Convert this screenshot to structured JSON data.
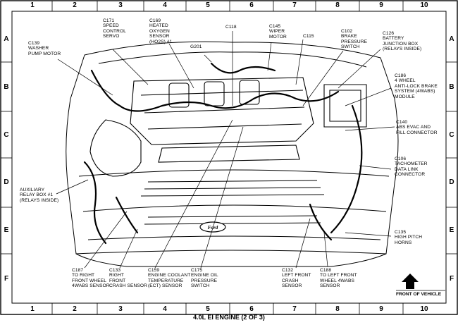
{
  "page": {
    "caption": "4.0L EI ENGINE (2 OF 3)",
    "front_label": "FRONT OF VEHICLE",
    "grid_columns": [
      "1",
      "2",
      "3",
      "4",
      "5",
      "6",
      "7",
      "8",
      "9",
      "10"
    ],
    "grid_rows": [
      "A",
      "B",
      "C",
      "D",
      "E",
      "F"
    ]
  },
  "callouts": [
    {
      "id": "c139",
      "text": "C139\nWASHER\nPUMP MOTOR"
    },
    {
      "id": "c171",
      "text": "C171\nSPEED\nCONTROL\nSERVO"
    },
    {
      "id": "c169",
      "text": "C169\nHEATED\nOXYGEN\nSENSOR\n(HO2S) #1"
    },
    {
      "id": "g201",
      "text": "G201"
    },
    {
      "id": "c118",
      "text": "C118"
    },
    {
      "id": "c145",
      "text": "C145\nWIPER\nMOTOR"
    },
    {
      "id": "c115",
      "text": "C115"
    },
    {
      "id": "c102",
      "text": "C102\nBRAKE\nPRESSURE\nSWITCH"
    },
    {
      "id": "c126",
      "text": "C126\nBATTERY\nJUNCTION BOX\n(RELAYS INSIDE)"
    },
    {
      "id": "c186",
      "text": "C186\n4 WHEEL\nANTI-LOCK BRAKE\nSYSTEM (4WABS)\nMODULE"
    },
    {
      "id": "c140",
      "text": "C140\nABS EVAC AND\nFILL CONNECTOR"
    },
    {
      "id": "c106",
      "text": "C106\nTACHOMETER\nDATA LINK\nCONNECTOR"
    },
    {
      "id": "aux",
      "text": "AUXILIARY\nRELAY BOX #1\n(RELAYS INSIDE)"
    },
    {
      "id": "c135",
      "text": "C135\nHIGH PITCH\nHORNS"
    },
    {
      "id": "c187",
      "text": "C187\nTO RIGHT\nFRONT WHEEL\n4WABS SENSOR"
    },
    {
      "id": "c133",
      "text": "C133\nRIGHT\nFRONT\nCRASH SENSOR"
    },
    {
      "id": "c159",
      "text": "C159\nENGINE COOLANT\nTEMPERATURE\n(ECT) SENSOR"
    },
    {
      "id": "c175",
      "text": "C175\nENGINE OIL\nPRESSURE\nSWITCH"
    },
    {
      "id": "c132",
      "text": "C132\nLEFT FRONT\nCRASH\nSENSOR"
    },
    {
      "id": "c188",
      "text": "C188\nTO LEFT FRONT\nWHEEL 4WABS\nSENSOR"
    }
  ],
  "logo_text": "Ford"
}
